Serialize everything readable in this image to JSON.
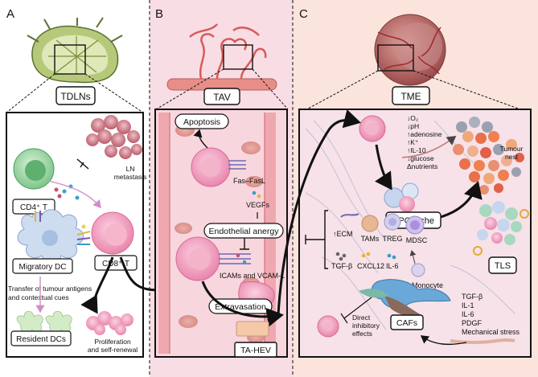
{
  "panels": {
    "a": {
      "letter": "A",
      "header": "TDLNs",
      "ln_metastasis": [
        "LN",
        "metastasis"
      ],
      "cd4": "CD4⁺ T",
      "cd8": "CD8⁺ T",
      "migratory_dc": "Migratory DC",
      "transfer": [
        "Transfer of tumour antigens",
        "and contextual cues"
      ],
      "resident": "Resident DCs",
      "prolif": [
        "Proliferation",
        "and self-renewal"
      ]
    },
    "b": {
      "letter": "B",
      "header": "TAV",
      "apoptosis": "Apoptosis",
      "fasfasl": "Fas–FasL",
      "vegfs": "VEGFs",
      "anergy": "Endothelial anergy",
      "icams": "ICAMs and VCAM-1",
      "extravasation": "Extravasation",
      "tahev": "TA-HEV"
    },
    "c": {
      "letter": "C",
      "header": "TME",
      "metabolic": [
        "↓O₂",
        "↓pH",
        "↑adenosine",
        "↑K⁺",
        "↑IL-10",
        "↓glucose",
        "Δnutrients"
      ],
      "tumour_nest": [
        "Tumour",
        "nest"
      ],
      "apc_niche": "APC niche",
      "ecm": "↑ECM",
      "tams": "TAMs",
      "treg": "TREG",
      "mdsc": "MDSC",
      "tgfb": "TGF-β",
      "cxcl12": "CXCL12",
      "il6": "IL-6",
      "monocyte": "Monocyte",
      "tls": "TLS",
      "factors": [
        "TGF-β",
        "IL-1",
        "IL-6",
        "PDGF",
        "Mechanical stress"
      ],
      "direct": [
        "Direct",
        "inhibitory",
        "effects"
      ],
      "cafs": "CAFs"
    }
  },
  "colors": {
    "panel_a_bg": "#ffffff",
    "panel_b_bg": "#f9dbe3",
    "panel_c_bg": "#fbe2da",
    "t_cell_pink": "#ef9bbb",
    "cd4_green": "#8fcf9a",
    "dc_blue": "#c6d6ee",
    "tumour_red": "#c9707a"
  }
}
